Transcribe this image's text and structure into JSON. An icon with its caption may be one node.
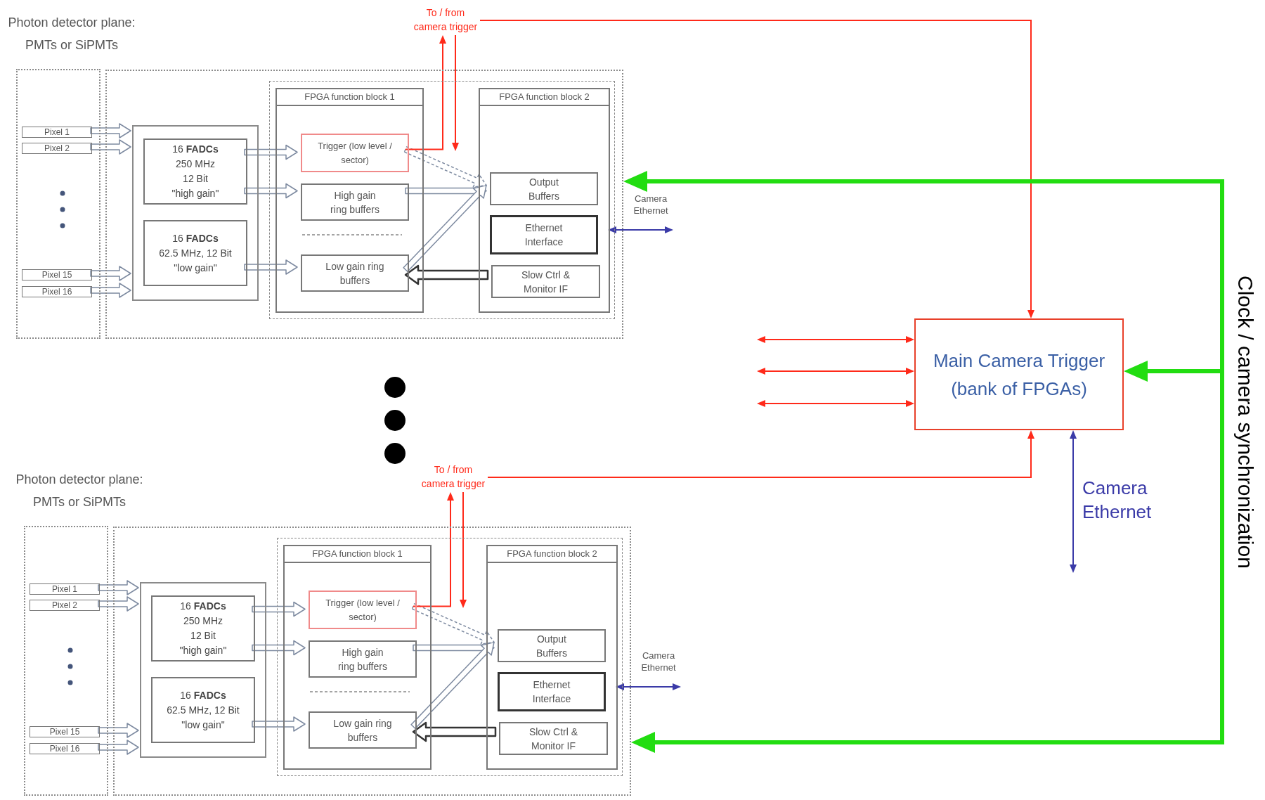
{
  "diagram": {
    "nodes": [
      {
        "text": [
          "Photon detector plane: PMTs or SiPMTs"
        ]
      },
      {
        "text": [
          "Pixel 1"
        ],
        "in": 0
      },
      {
        "text": [
          "Pixel 2"
        ],
        "in": 0
      },
      {
        "text": [
          "Pixel 15"
        ],
        "in": 0
      },
      {
        "text": [
          "Pixel 16"
        ],
        "in": 0
      },
      {
        "text": [],
        "shape": "box"
      },
      {
        "text": [],
        "shape": "box",
        "in": 5
      },
      {
        "text": [
          "16 **FADCs**",
          "250 MHz",
          "12 Bit",
          "\"high gain\""
        ],
        "in": 6
      },
      {
        "text": [
          "16 **FADCs**",
          "62.5 MHz, 12 Bit",
          "\"low gain\""
        ],
        "in": 6
      },
      {
        "text": [],
        "shape": "box",
        "in": 5
      },
      {
        "text": [
          "FPGA function block 1"
        ],
        "in": 9
      },
      {
        "text": [
          "Trigger (low level / sector)"
        ],
        "in": 10
      },
      {
        "text": [
          "High gain ring buffers"
        ],
        "in": 10
      },
      {
        "text": [
          "Low gain ring buffers"
        ],
        "in": 10
      },
      {
        "text": [
          "FPGA function block 2"
        ],
        "in": 9
      },
      {
        "text": [
          "Output Buffers"
        ],
        "in": 14
      },
      {
        "text": [
          "Ethernet Interface"
        ],
        "in": 14
      },
      {
        "text": [
          "Slow Ctrl & Monitor IF"
        ],
        "in": 14
      },
      {
        "text": [
          "To / from camera trigger"
        ]
      },
      {
        "text": [
          "Photon detector plane: PMTs or SiPMTs"
        ]
      },
      {
        "text": [
          "Pixel 1"
        ],
        "in": 19
      },
      {
        "text": [
          "Pixel 2"
        ],
        "in": 19
      },
      {
        "text": [
          "Pixel 15"
        ],
        "in": 19
      },
      {
        "text": [
          "Pixel 16"
        ],
        "in": 19
      },
      {
        "text": [],
        "shape": "box"
      },
      {
        "text": [],
        "shape": "box",
        "in": 24
      },
      {
        "text": [
          "16 **FADCs**",
          "250 MHz",
          "12 Bit",
          "\"high gain\""
        ],
        "in": 25
      },
      {
        "text": [
          "16 **FADCs**",
          "62.5 MHz, 12 Bit",
          "\"low gain\""
        ],
        "in": 25
      },
      {
        "text": [],
        "shape": "box",
        "in": 24
      },
      {
        "text": [
          "FPGA function block 1"
        ],
        "in": 28
      },
      {
        "text": [
          "Trigger (low level / sector)"
        ],
        "in": 29
      },
      {
        "text": [
          "High gain ring buffers"
        ],
        "in": 29
      },
      {
        "text": [
          "Low gain ring buffers"
        ],
        "in": 29
      },
      {
        "text": [
          "FPGA function block 2"
        ],
        "in": 28
      },
      {
        "text": [
          "Output Buffers"
        ],
        "in": 33
      },
      {
        "text": [
          "Ethernet Interface"
        ],
        "in": 33
      },
      {
        "text": [
          "Slow Ctrl & Monitor IF"
        ],
        "in": 33
      },
      {
        "text": [
          "To / from camera trigger"
        ]
      },
      {
        "text": [
          "Main Camera Trigger (bank of FPGAs)"
        ]
      }
    ],
    "edges": [
      {
        "from": 1,
        "to": 6,
        "arrow": "to"
      },
      {
        "from": 2,
        "to": 6,
        "arrow": "to"
      },
      {
        "from": 3,
        "to": 6,
        "arrow": "to"
      },
      {
        "from": 4,
        "to": 6,
        "arrow": "to"
      },
      {
        "from": 7,
        "to": 11,
        "arrow": "to"
      },
      {
        "from": 7,
        "to": 12,
        "arrow": "to"
      },
      {
        "from": 8,
        "to": 13,
        "arrow": "to"
      },
      {
        "from": 12,
        "to": 15,
        "arrow": "to"
      },
      {
        "from": 13,
        "to": 15,
        "arrow": "to"
      },
      {
        "from": 11,
        "to": 15,
        "arrow": "to",
        "style": "dashed"
      },
      {
        "from": 17,
        "to": 13,
        "arrow": "to",
        "style": "thick",
        "color": "#333333"
      },
      {
        "from": 11,
        "to": 18,
        "arrow": "to",
        "color": "#ff2a1a"
      },
      {
        "from": 18,
        "to": null,
        "arrow": "to",
        "color": "#ff2a1a"
      },
      {
        "from": 18,
        "to": 38,
        "arrow": "to",
        "color": "#ff2a1a"
      },
      {
        "from": 14,
        "to": null,
        "arrow": "both",
        "color": "#3b3ba8",
        "label": "Camera Ethernet"
      },
      {
        "from": 20,
        "to": 25,
        "arrow": "to"
      },
      {
        "from": 21,
        "to": 25,
        "arrow": "to"
      },
      {
        "from": 22,
        "to": 25,
        "arrow": "to"
      },
      {
        "from": 23,
        "to": 25,
        "arrow": "to"
      },
      {
        "from": 26,
        "to": 30,
        "arrow": "to"
      },
      {
        "from": 26,
        "to": 31,
        "arrow": "to"
      },
      {
        "from": 27,
        "to": 32,
        "arrow": "to"
      },
      {
        "from": 31,
        "to": 34,
        "arrow": "to"
      },
      {
        "from": 32,
        "to": 34,
        "arrow": "to"
      },
      {
        "from": 30,
        "to": 34,
        "arrow": "to",
        "style": "dashed"
      },
      {
        "from": 36,
        "to": 32,
        "arrow": "to",
        "style": "thick",
        "color": "#333333"
      },
      {
        "from": 30,
        "to": 37,
        "arrow": "to",
        "color": "#ff2a1a"
      },
      {
        "from": 37,
        "to": null,
        "arrow": "to",
        "color": "#ff2a1a"
      },
      {
        "from": 37,
        "to": 38,
        "arrow": "to",
        "color": "#ff2a1a"
      },
      {
        "from": 33,
        "to": null,
        "arrow": "both",
        "color": "#3b3ba8",
        "label": "Camera Ethernet"
      },
      {
        "from": null,
        "to": 38,
        "arrow": "both",
        "color": "#ff2a1a"
      },
      {
        "from": null,
        "to": 38,
        "arrow": "both",
        "color": "#ff2a1a"
      },
      {
        "from": null,
        "to": 38,
        "arrow": "both",
        "color": "#ff2a1a"
      },
      {
        "from": 38,
        "to": null,
        "arrow": "both",
        "color": "#3b3ba8",
        "label": "Camera Ethernet"
      },
      {
        "from": null,
        "to": 5,
        "arrow": "to",
        "style": "thick",
        "color": "#22dd11"
      },
      {
        "from": null,
        "to": 38,
        "arrow": "to",
        "style": "thick",
        "color": "#22dd11"
      },
      {
        "from": null,
        "to": 24,
        "arrow": "to",
        "style": "thick",
        "color": "#22dd11"
      }
    ],
    "labels": [
      "Clock / camera synchronization"
    ]
  }
}
